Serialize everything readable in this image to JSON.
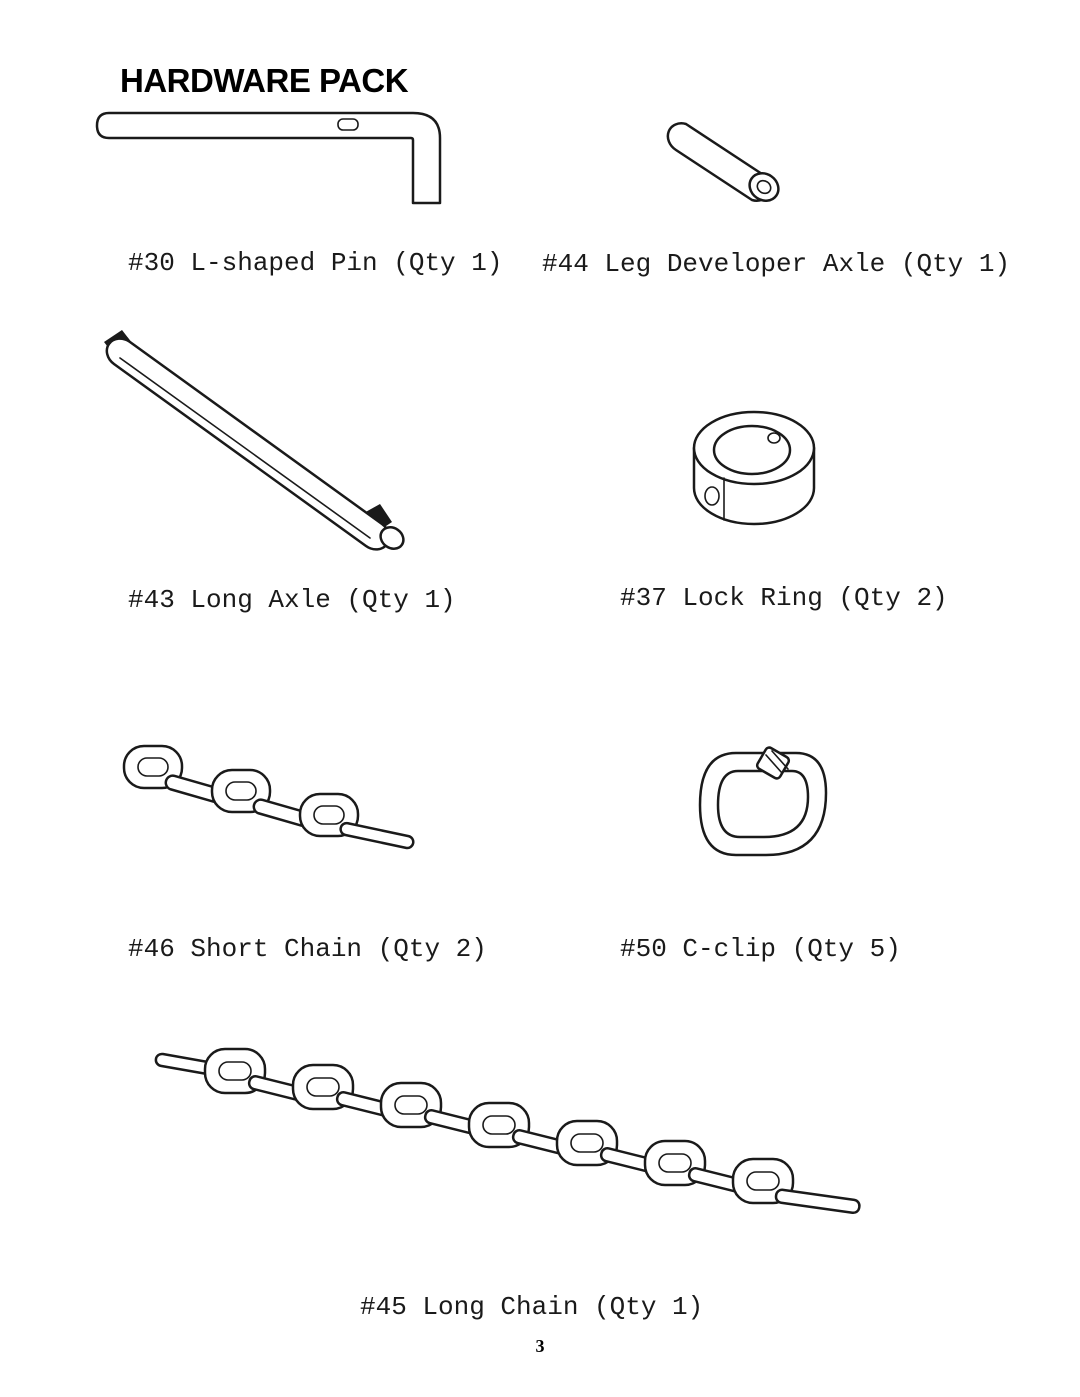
{
  "title": "HARDWARE PACK",
  "parts": {
    "l_pin": {
      "caption": "#30 L-shaped Pin (Qty 1)",
      "icon": "l-shaped-pin-icon"
    },
    "leg_axle": {
      "caption": "#44 Leg Developer Axle (Qty 1)",
      "icon": "leg-developer-axle-icon"
    },
    "long_axle": {
      "caption": "#43 Long Axle (Qty 1)",
      "icon": "long-axle-icon"
    },
    "lock_ring": {
      "caption": "#37 Lock Ring (Qty 2)",
      "icon": "lock-ring-icon"
    },
    "short_chain": {
      "caption": "#46 Short Chain (Qty 2)",
      "icon": "short-chain-icon"
    },
    "c_clip": {
      "caption": "#50 C-clip (Qty 5)",
      "icon": "c-clip-icon"
    },
    "long_chain": {
      "caption": "#45 Long Chain (Qty 1)",
      "icon": "long-chain-icon"
    }
  },
  "page_number": "3"
}
